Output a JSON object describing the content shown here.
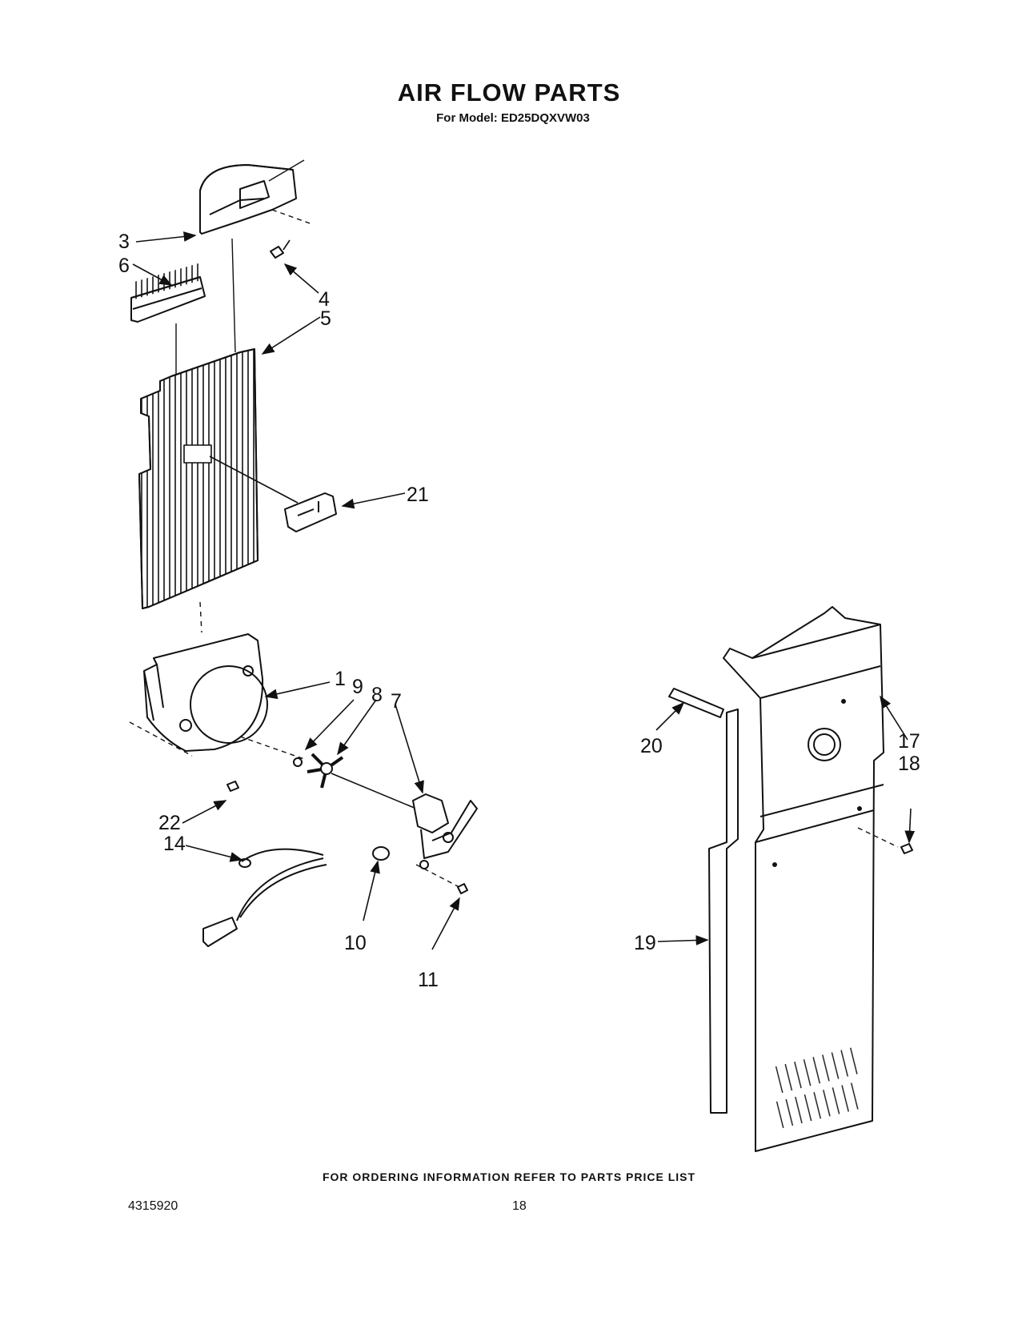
{
  "header": {
    "title": "AIR FLOW PARTS",
    "subtitle": "For Model: ED25DQXVW03"
  },
  "callouts": [
    {
      "id": "c3",
      "label": "3"
    },
    {
      "id": "c6",
      "label": "6"
    },
    {
      "id": "c4",
      "label": "4"
    },
    {
      "id": "c5",
      "label": "5"
    },
    {
      "id": "c21",
      "label": "21"
    },
    {
      "id": "c1",
      "label": "1"
    },
    {
      "id": "c9",
      "label": "9"
    },
    {
      "id": "c8",
      "label": "8"
    },
    {
      "id": "c7",
      "label": "7"
    },
    {
      "id": "c22",
      "label": "22"
    },
    {
      "id": "c14",
      "label": "14"
    },
    {
      "id": "c10",
      "label": "10"
    },
    {
      "id": "c11",
      "label": "11"
    },
    {
      "id": "c20",
      "label": "20"
    },
    {
      "id": "c17",
      "label": "17"
    },
    {
      "id": "c18",
      "label": "18"
    },
    {
      "id": "c19",
      "label": "19"
    }
  ],
  "footer": {
    "ordering_note": "FOR ORDERING INFORMATION REFER TO PARTS PRICE LIST",
    "part_number": "4315920",
    "page_number": "18"
  }
}
